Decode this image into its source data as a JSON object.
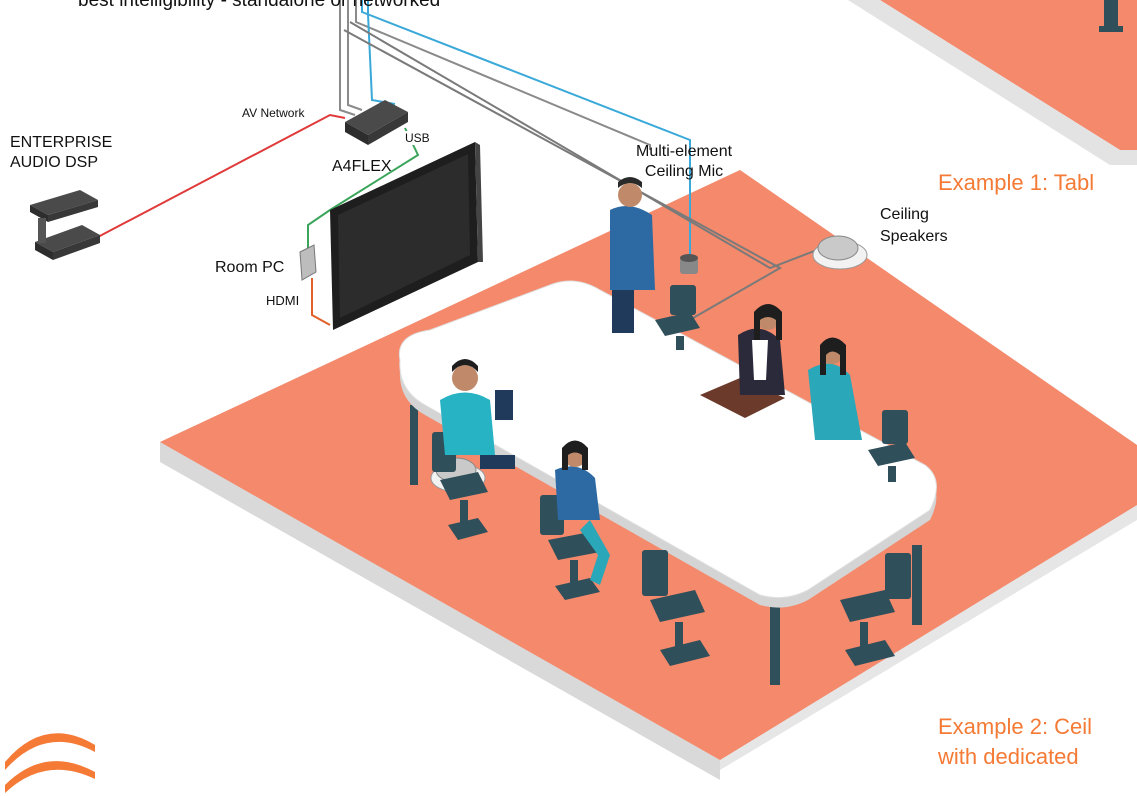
{
  "header_text": "best intelligibility - standalone or networked",
  "labels": {
    "av_network": "AV Network",
    "usb": "USB",
    "a4flex": "A4FLEX",
    "dsp_line1": "ENTERPRISE",
    "dsp_line2": "AUDIO DSP",
    "room_pc": "Room PC",
    "hdmi": "HDMI",
    "mic_line1": "Multi-element",
    "mic_line2": "Ceiling Mic",
    "spk_line1": "Ceiling",
    "spk_line2": "Speakers"
  },
  "examples": {
    "example1": "Example 1: Tabl",
    "example2_line1": "Example 2: Ceil",
    "example2_line2": "with dedicated"
  },
  "colors": {
    "accent_orange": "#f47a36",
    "floor": "#f4896b",
    "floor_side": "#e3e3e3",
    "network_red": "#e03a3a",
    "usb_green": "#3aa45a",
    "hdmi_orange": "#e0602a",
    "mic_blue": "#3aa9d9",
    "speaker_gray": "#7a7a7a",
    "teal_chair": "#2f4f5a"
  }
}
